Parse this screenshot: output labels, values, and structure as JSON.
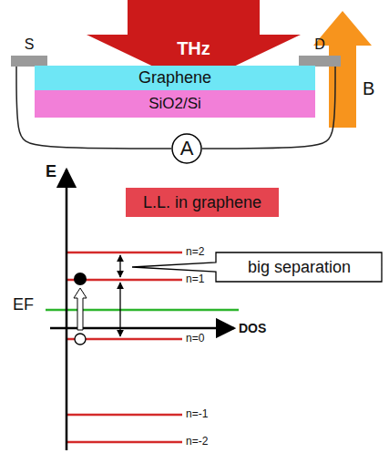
{
  "diagram": {
    "nodes": [
      {
        "text": [
          "THz"
        ]
      },
      {
        "text": [
          "S"
        ]
      },
      {
        "text": [
          "D"
        ]
      },
      {
        "text": [
          "Graphene"
        ]
      },
      {
        "text": [
          "SiO2/Si"
        ]
      },
      {
        "text": [
          "A"
        ]
      },
      {
        "text": [
          "L.L. in graphene"
        ]
      },
      {
        "text": [
          "big separation"
        ]
      }
    ],
    "edges": [
      {
        "from": 1,
        "to": 5,
        "arrow": "none"
      },
      {
        "from": 5,
        "to": 2,
        "arrow": "none"
      }
    ],
    "labels": [
      "B",
      "E",
      "EF",
      "DOS",
      "n=2",
      "n=1",
      "n=0",
      "n=-1",
      "n=-2"
    ]
  }
}
